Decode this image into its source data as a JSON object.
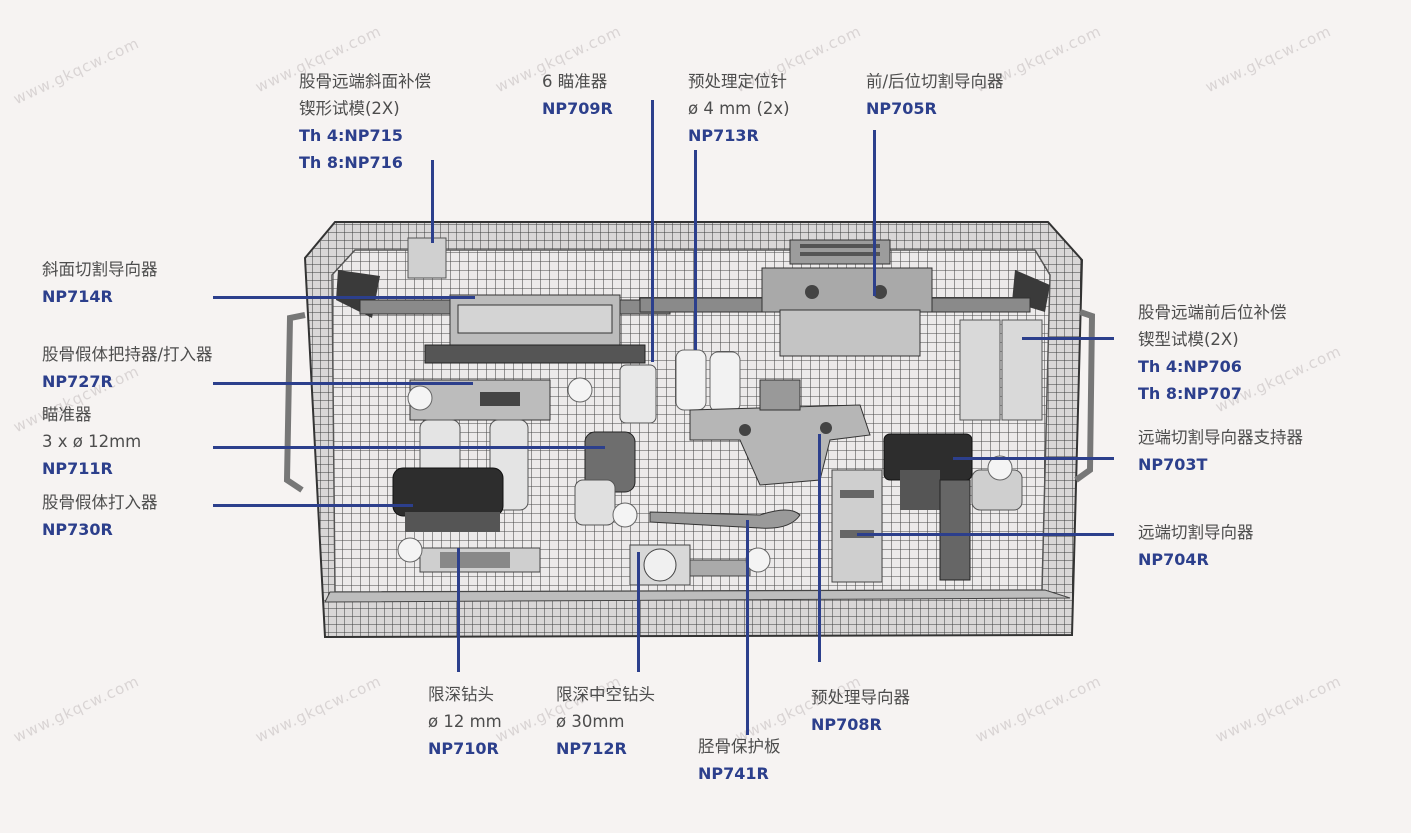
{
  "watermark": "www.gkqcw.com",
  "labels": [
    {
      "id": "np715",
      "lines": [
        "股骨远端斜面补偿",
        "锲形试模(2X)"
      ],
      "codes": [
        "Th 4:NP715",
        "Th 8:NP716"
      ]
    },
    {
      "id": "np709r",
      "lines": [
        "6 瞄准器"
      ],
      "codes": [
        "NP709R"
      ]
    },
    {
      "id": "np713r",
      "lines": [
        "预处理定位针",
        "ø 4 mm (2x)"
      ],
      "codes": [
        "NP713R"
      ]
    },
    {
      "id": "np705r",
      "lines": [
        "前/后位切割导向器"
      ],
      "codes": [
        "NP705R"
      ]
    },
    {
      "id": "np714r",
      "lines": [
        "斜面切割导向器"
      ],
      "codes": [
        "NP714R"
      ]
    },
    {
      "id": "np727r",
      "lines": [
        "股骨假体把持器/打入器"
      ],
      "codes": [
        "NP727R"
      ]
    },
    {
      "id": "np711r",
      "lines": [
        "瞄准器",
        "3 x ø 12mm"
      ],
      "codes": [
        "NP711R"
      ]
    },
    {
      "id": "np730r",
      "lines": [
        "股骨假体打入器"
      ],
      "codes": [
        "NP730R"
      ]
    },
    {
      "id": "np706",
      "lines": [
        "股骨远端前后位补偿",
        "锲型试模(2X)"
      ],
      "codes": [
        "Th 4:NP706",
        "Th 8:NP707"
      ]
    },
    {
      "id": "np703t",
      "lines": [
        "远端切割导向器支持器"
      ],
      "codes": [
        "NP703T"
      ]
    },
    {
      "id": "np704r",
      "lines": [
        "远端切割导向器"
      ],
      "codes": [
        "NP704R"
      ]
    },
    {
      "id": "np710r",
      "lines": [
        "限深钻头",
        "ø 12 mm"
      ],
      "codes": [
        "NP710R"
      ]
    },
    {
      "id": "np712r",
      "lines": [
        "限深中空钻头",
        "ø 30mm"
      ],
      "codes": [
        "NP712R"
      ]
    },
    {
      "id": "np741r",
      "lines": [
        "胫骨保护板"
      ],
      "codes": [
        "NP741R"
      ]
    },
    {
      "id": "np708r",
      "lines": [
        "预处理导向器"
      ],
      "codes": [
        "NP708R"
      ]
    }
  ],
  "colors": {
    "accent": "#2c3f8c",
    "text": "#4d4d4d",
    "background": "#f6f3f2"
  }
}
